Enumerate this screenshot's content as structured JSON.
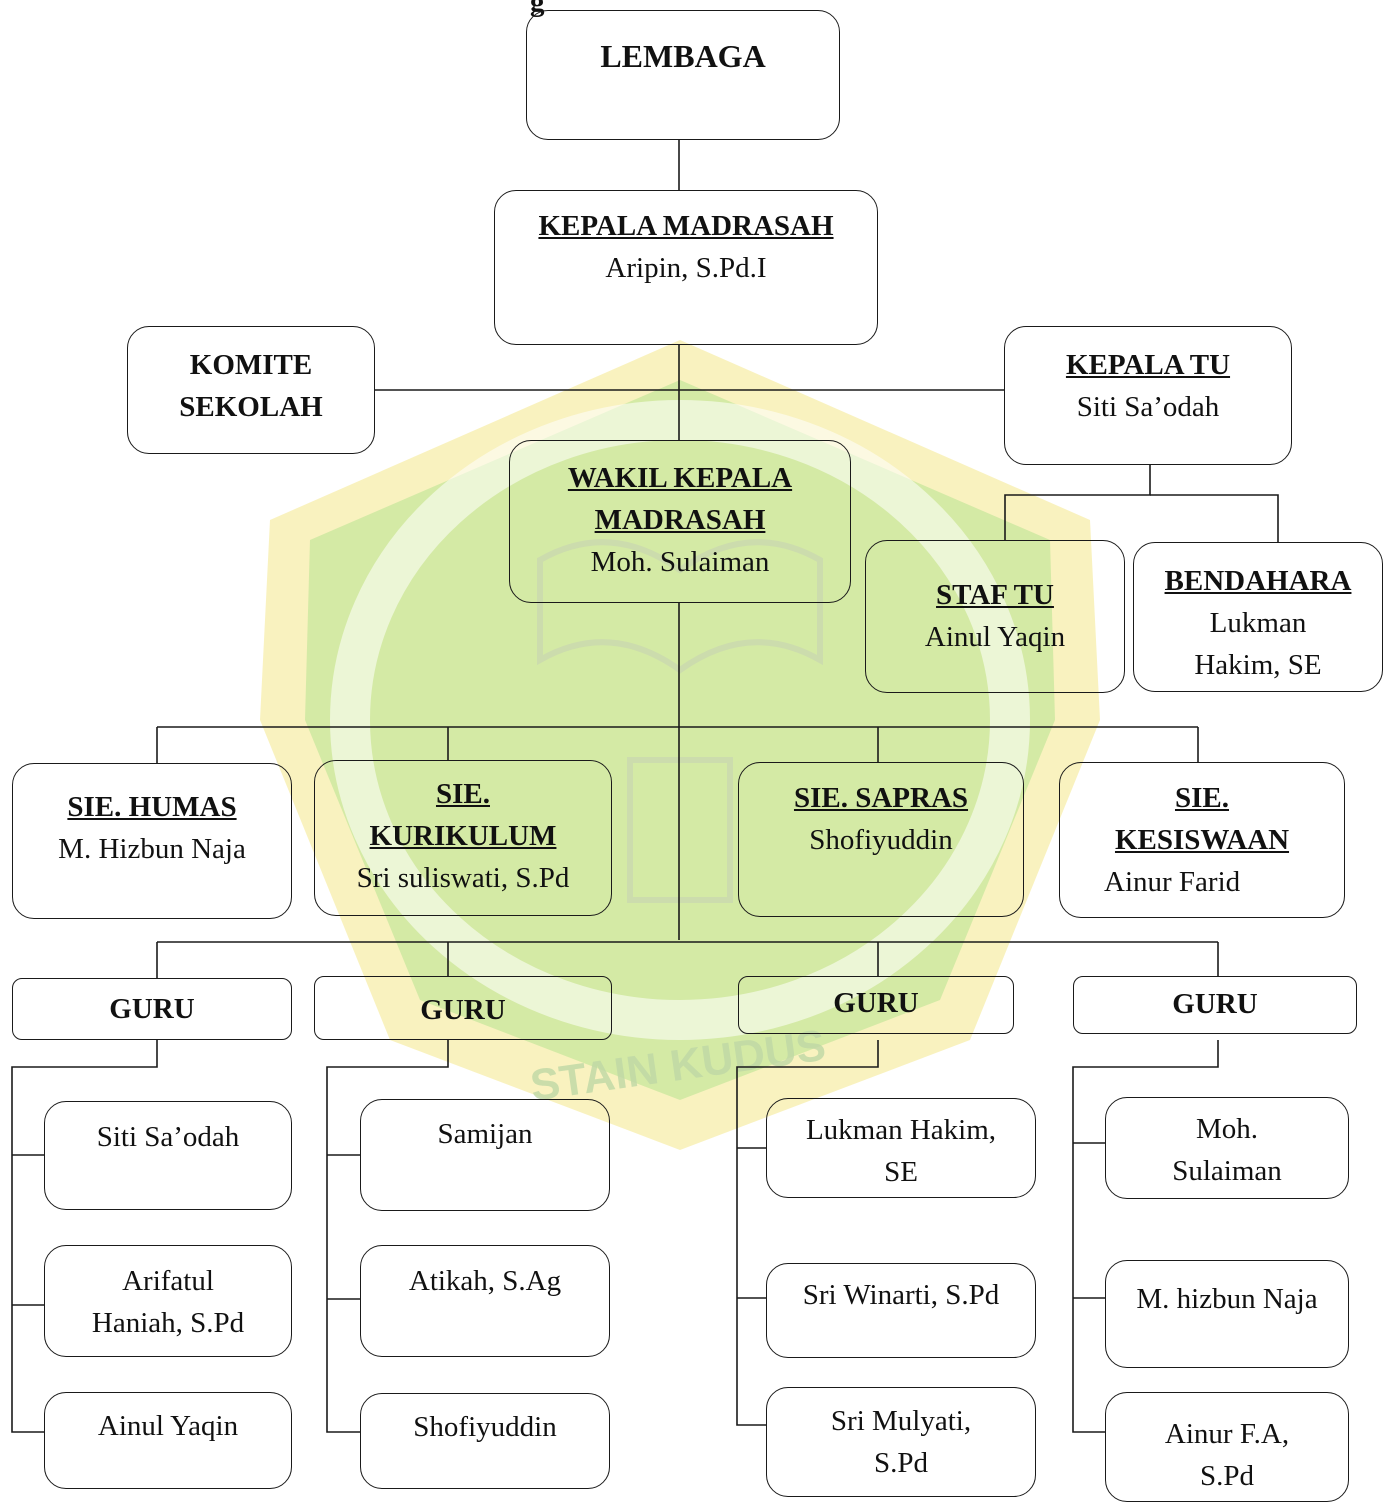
{
  "header_fragment": "g",
  "watermark": {
    "logo_text": "STAIN KUDUS",
    "color_outer": "#f2e26a",
    "color_inner": "#8fd66e"
  },
  "lembaga": {
    "title": "LEMBAGA"
  },
  "kepala_madrasah": {
    "title": "KEPALA MADRASAH",
    "name": "Aripin, S.Pd.I"
  },
  "komite": {
    "line1": "KOMITE",
    "line2": "SEKOLAH"
  },
  "kepala_tu": {
    "title": "KEPALA TU",
    "name": "Siti Sa’odah"
  },
  "wakil": {
    "title_line1": "WAKIL KEPALA",
    "title_line2": "MADRASAH",
    "name": "Moh. Sulaiman"
  },
  "staf_tu": {
    "title": "STAF TU",
    "name": "Ainul Yaqin"
  },
  "bendahara": {
    "title": "BENDAHARA",
    "name_line1": "Lukman",
    "name_line2": "Hakim, SE"
  },
  "sie_humas": {
    "title": "SIE. HUMAS",
    "name": "M. Hizbun Naja"
  },
  "sie_kurikulum": {
    "title_line1": "SIE.",
    "title_line2": "KURIKULUM",
    "name": "Sri suliswati, S.Pd"
  },
  "sie_sapras": {
    "title": "SIE. SAPRAS",
    "name": "Shofiyuddin"
  },
  "sie_kesiswaan": {
    "title_line1": "SIE.",
    "title_line2": "KESISWAAN",
    "name": "Ainur Farid"
  },
  "guru_label": "GURU",
  "guru_groups": [
    {
      "members": [
        [
          "Siti Sa’odah"
        ],
        [
          "Arifatul",
          "Haniah, S.Pd"
        ],
        [
          "Ainul Yaqin"
        ]
      ]
    },
    {
      "members": [
        [
          "Samijan"
        ],
        [
          "Atikah, S.Ag"
        ],
        [
          "Shofiyuddin"
        ]
      ]
    },
    {
      "members": [
        [
          "Lukman Hakim,",
          "SE"
        ],
        [
          "Sri Winarti, S.Pd"
        ],
        [
          "Sri Mulyati,",
          "S.Pd"
        ]
      ]
    },
    {
      "members": [
        [
          "Moh.",
          "Sulaiman"
        ],
        [
          "M. hizbun Naja"
        ],
        [
          "Ainur F.A,",
          "S.Pd"
        ]
      ]
    }
  ]
}
